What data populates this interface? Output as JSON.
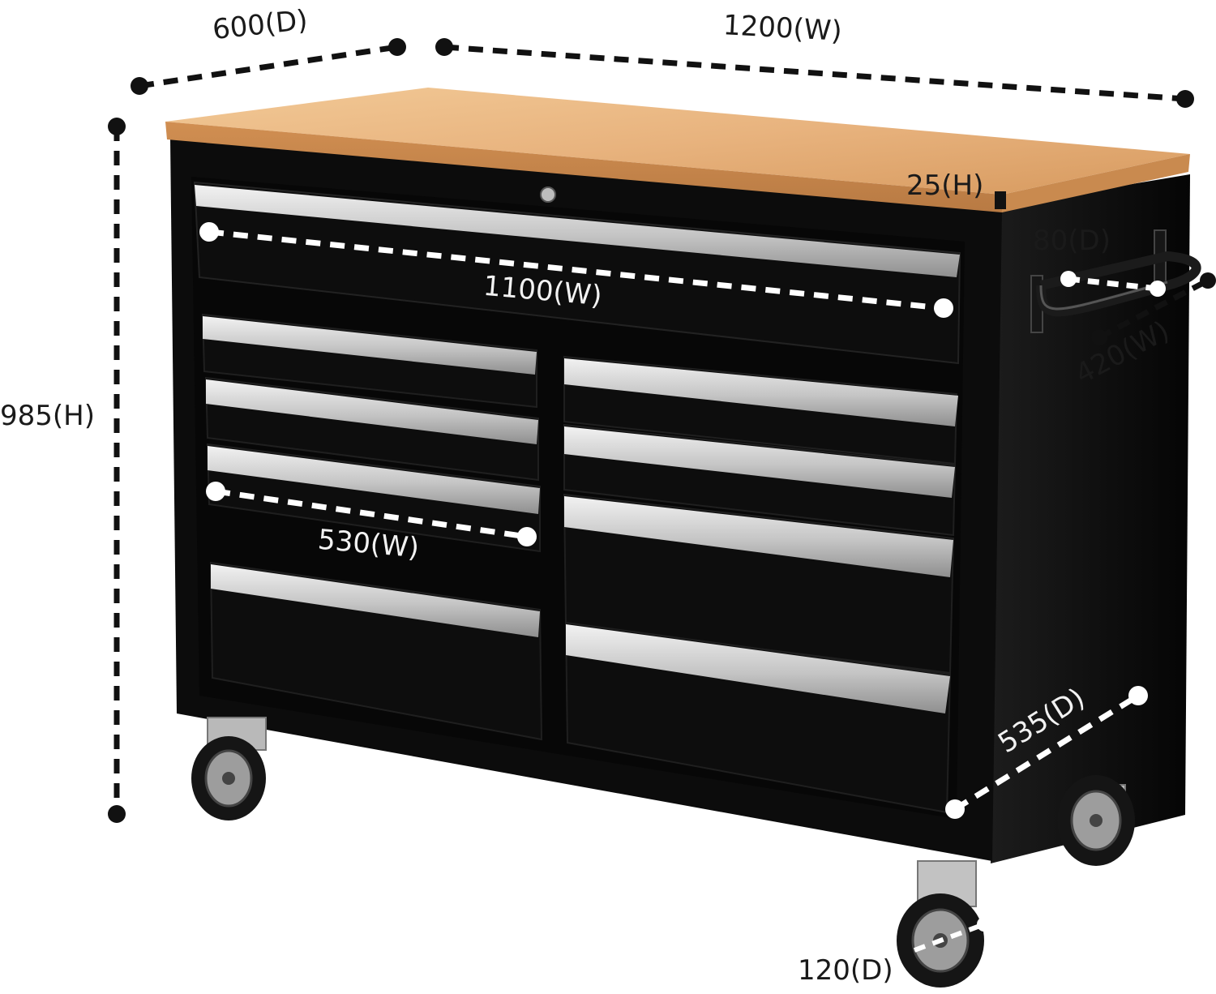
{
  "labels": {
    "depth_total": "600(D)",
    "width_total": "1200(W)",
    "height_total": "985(H)",
    "top_thickness": "25(H)",
    "handle_depth": "80(D)",
    "handle_width": "420(W)",
    "top_drawer_width": "1100(W)",
    "small_drawer_width": "530(W)",
    "side_depth": "535(D)",
    "caster_depth": "120(D)"
  },
  "colors": {
    "cabinet": "#0b0b0b",
    "wood_top": "#e7b27c",
    "drawer_handle": "#c9c9c9",
    "dimension_line_dark": "#111111",
    "dimension_line_light": "#ffffff"
  },
  "icons": [
    "cabinet-lock-icon",
    "side-handle-icon",
    "caster-wheel-icon"
  ]
}
